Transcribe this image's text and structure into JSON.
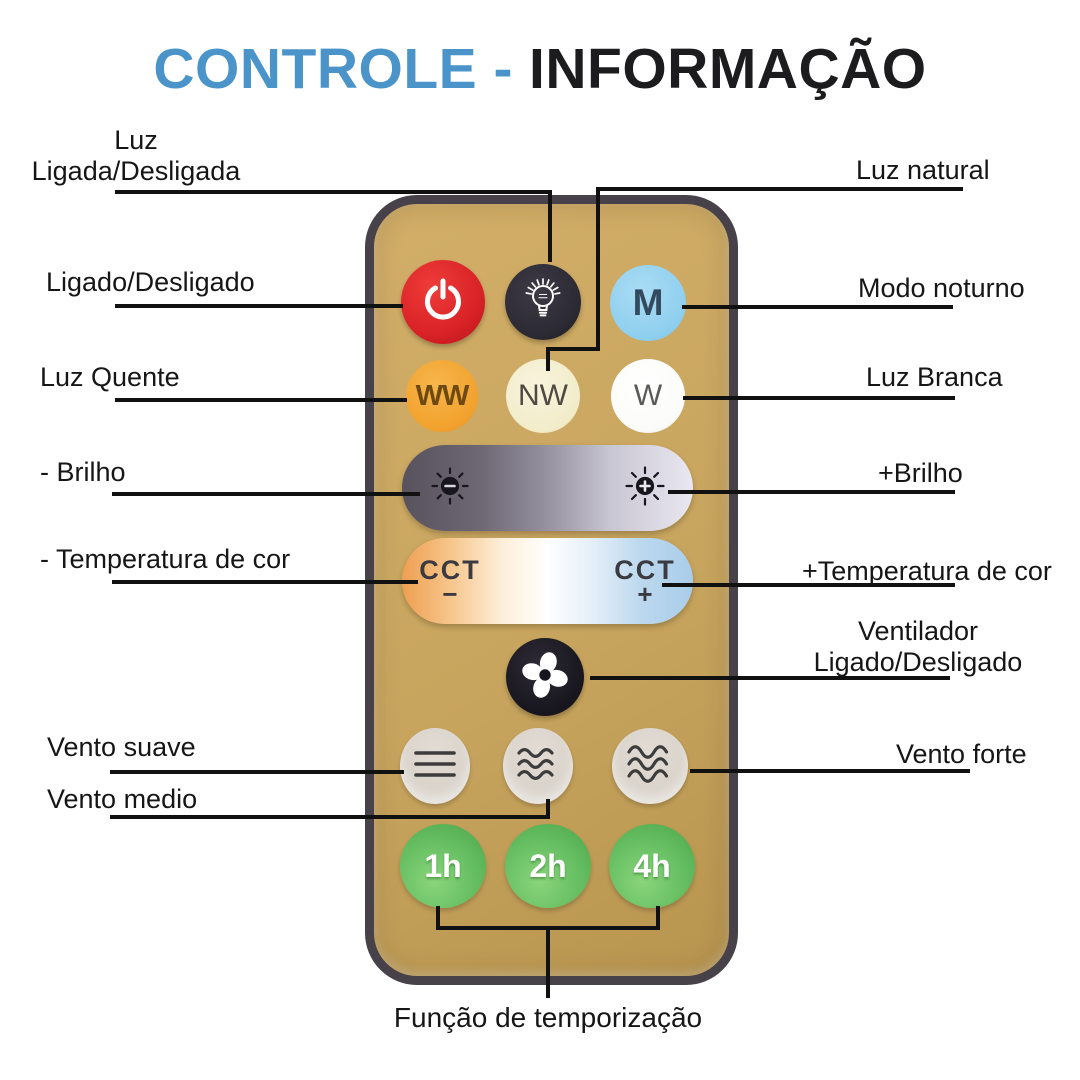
{
  "title": {
    "blue_part": "CONTROLE -",
    "dark_part": "INFORMAÇÃO"
  },
  "callouts": {
    "light_on_off": {
      "line1": "Luz",
      "line2": "Ligada/Desligada"
    },
    "natural_light": "Luz natural",
    "power": "Ligado/Desligado",
    "night_mode": "Modo noturno",
    "warm_light": "Luz Quente",
    "white_light": "Luz Branca",
    "brightness_minus": "- Brilho",
    "brightness_plus": "+Brilho",
    "color_temp_minus": "- Temperatura de cor",
    "color_temp_plus": "+Temperatura de cor",
    "fan_on_off": {
      "line1": "Ventilador",
      "line2": "Ligado/Desligado"
    },
    "wind_soft": "Vento suave",
    "wind_medium": "Vento medio",
    "wind_strong": "Vento forte",
    "timer": "Função de temporização"
  },
  "remote_buttons": {
    "mode": "M",
    "warm_white": "WW",
    "natural_white": "NW",
    "white": "W",
    "cct_minus": {
      "line1": "CCT",
      "line2": "−"
    },
    "cct_plus": {
      "line1": "CCT",
      "line2": "+"
    },
    "timer_1h": "1h",
    "timer_2h": "2h",
    "timer_4h": "4h"
  },
  "icons": {
    "power": "power-icon",
    "bulb": "lightbulb-icon",
    "dim": "sun-dim-icon",
    "brighten": "sun-brighten-icon",
    "fan": "fan-icon",
    "wind_soft": "wind-soft-icon",
    "wind_medium": "wind-medium-icon",
    "wind_strong": "wind-strong-icon"
  },
  "colors": {
    "accent_blue": "#4a94c9",
    "title_dark": "#1c1c1e",
    "remote_body": "#c8a55e",
    "remote_border": "#474149",
    "power_red": "#d92327",
    "bulb_black": "#2c2a33",
    "mode_blue": "#8ecfee",
    "warm_orange": "#f2a12c",
    "natural_cream": "#f2ecca",
    "white_button": "#fbfbf9",
    "wind_gray": "#d9d3ca",
    "timer_green": "#64bd60",
    "line_black": "#111111"
  }
}
